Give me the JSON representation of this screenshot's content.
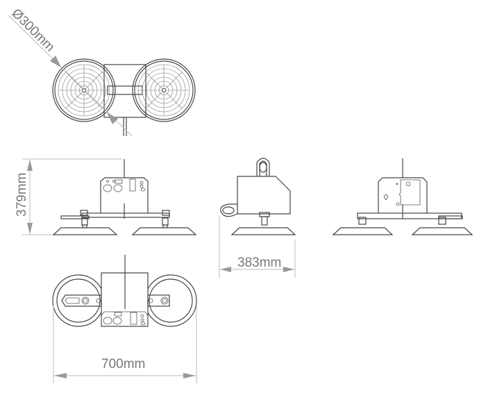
{
  "drawing": {
    "title": "Vacuum lifter dimensional drawing",
    "dimensions": {
      "pad_diameter": "Ø300mm",
      "height": "379mm",
      "depth": "383mm",
      "width": "700mm"
    },
    "colors": {
      "line": "#444444",
      "dimension": "#bbbbbb",
      "label": "#777777"
    }
  }
}
